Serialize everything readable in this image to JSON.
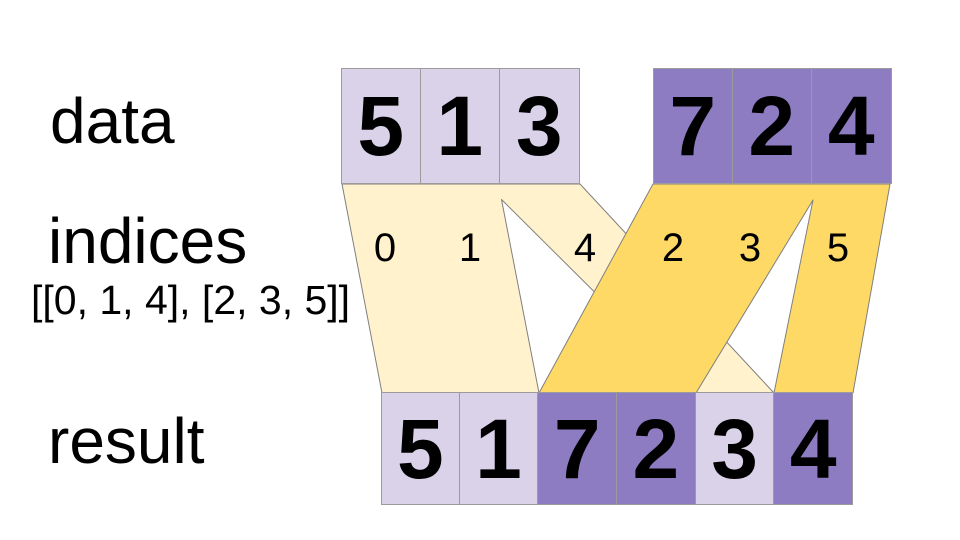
{
  "labels": {
    "data": "data",
    "indices": "indices",
    "indices_value": "[[0, 1, 4], [2, 3, 5]]",
    "result": "result"
  },
  "data_row": {
    "groups": [
      {
        "color": "lavender-light",
        "values": [
          "5",
          "1",
          "3"
        ]
      },
      {
        "color": "purple-dark",
        "values": [
          "7",
          "2",
          "4"
        ]
      }
    ]
  },
  "indices_row": {
    "values": [
      "0",
      "1",
      "4",
      "2",
      "3",
      "5"
    ]
  },
  "result_row": {
    "values": [
      "5",
      "1",
      "7",
      "2",
      "3",
      "4"
    ],
    "source_group": [
      0,
      0,
      1,
      1,
      0,
      1
    ]
  },
  "colors": {
    "lavender_light": "#d9d2e9",
    "purple_dark": "#8e7cc3",
    "cream": "#fff2cc",
    "gold": "#ffd966",
    "cell_border": "#9b9b9b",
    "band_border": "#7f7f7f",
    "text": "#000000",
    "background": "#ffffff"
  }
}
